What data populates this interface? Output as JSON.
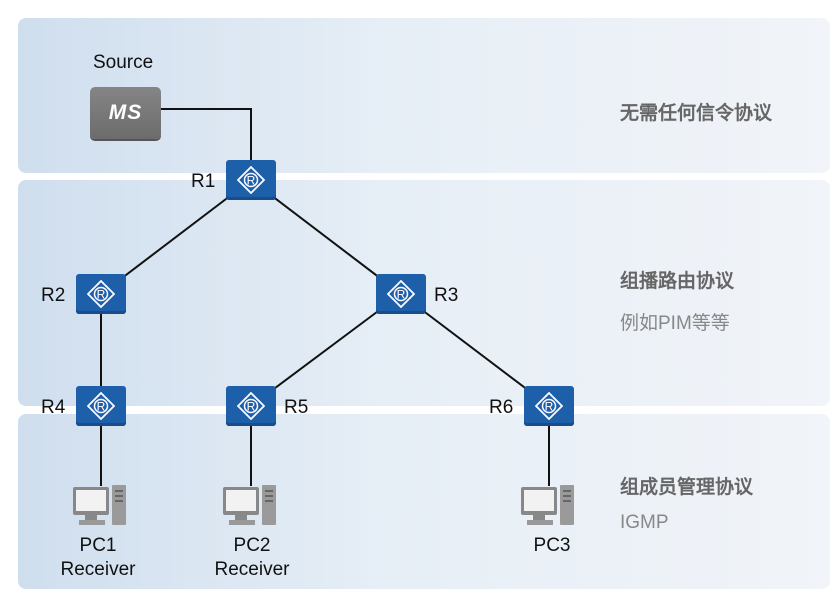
{
  "source": {
    "label": "Source",
    "device": "MS"
  },
  "routers": [
    {
      "id": "r1",
      "label": "R1"
    },
    {
      "id": "r2",
      "label": "R2"
    },
    {
      "id": "r3",
      "label": "R3"
    },
    {
      "id": "r4",
      "label": "R4"
    },
    {
      "id": "r5",
      "label": "R5"
    },
    {
      "id": "r6",
      "label": "R6"
    }
  ],
  "hosts": [
    {
      "id": "pc1",
      "name": "PC1",
      "role": "Receiver"
    },
    {
      "id": "pc2",
      "name": "PC2",
      "role": "Receiver"
    },
    {
      "id": "pc3",
      "name": "PC3",
      "role": ""
    }
  ],
  "layers": {
    "top": {
      "title": "无需任何信令协议",
      "subtitle": ""
    },
    "middle": {
      "title": "组播路由协议",
      "subtitle": "例如PIM等等"
    },
    "bottom": {
      "title": "组成员管理协议",
      "subtitle": "IGMP"
    }
  },
  "colors": {
    "router": "#1e5fa9",
    "link": "#111111",
    "ms": "#7a7a7a"
  }
}
